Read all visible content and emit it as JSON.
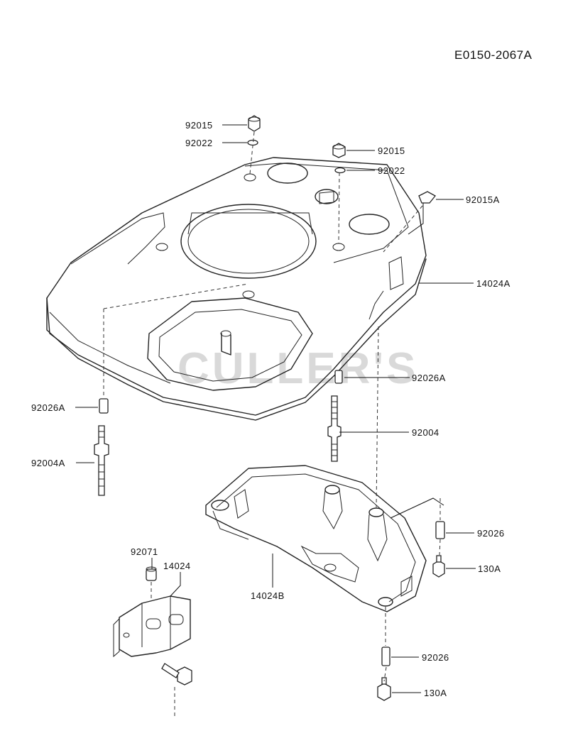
{
  "diagram_ref": "E0150-2067A",
  "watermark": "CULLER'S",
  "callouts": {
    "c1": "92015",
    "c2": "92022",
    "c3": "92015",
    "c4": "92022",
    "c5": "92015A",
    "c6": "14024A",
    "c7": "92026A",
    "c8": "92026A",
    "c9": "92004",
    "c10": "92004A",
    "c11": "92026",
    "c12": "130A",
    "c13": "92071",
    "c14": "14024",
    "c15": "14024B",
    "c16": "92026",
    "c17": "130A"
  }
}
